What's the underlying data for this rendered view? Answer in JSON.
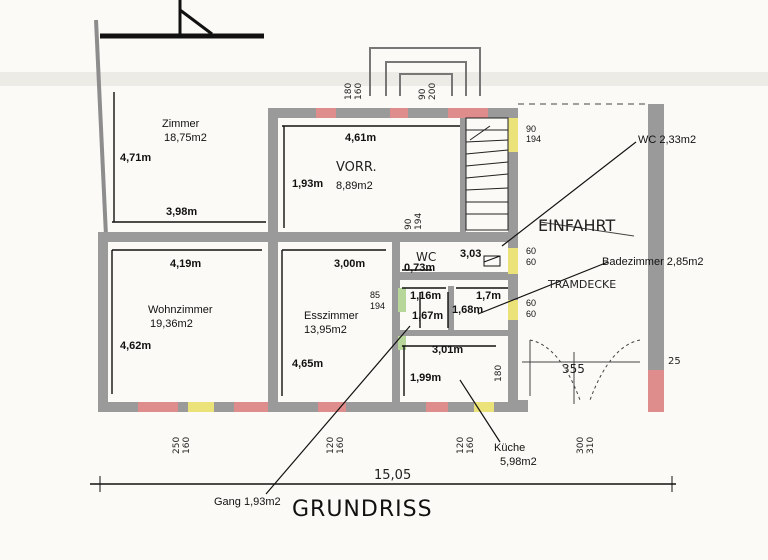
{
  "title": "GRUNDRISS",
  "overall_width": "15,05",
  "rooms": {
    "zimmer": {
      "name": "Zimmer",
      "area": "18,75m2",
      "dim_v": "4,71m",
      "dim_h": "3,98m"
    },
    "vorr": {
      "name": "VORR.",
      "area": "8,89m2",
      "dim_h": "4,61m",
      "dim_v": "1,93m"
    },
    "wc": {
      "callout": "WC 2,33m2",
      "label": "WC",
      "dim_a": "3,03",
      "dim_b": "0,73m"
    },
    "einfahrt": {
      "label": "EINFAHRT",
      "tramdecke": "TRAMDECKE",
      "width": "355",
      "wall": "25"
    },
    "wohnzimmer": {
      "name": "Wohnzimmer",
      "area": "19,36m2",
      "dim_h": "4,19m",
      "dim_v": "4,62m"
    },
    "esszimmer": {
      "name": "Esszimmer",
      "area": "13,95m2",
      "dim_h": "3,00m",
      "dim_v": "4,65m"
    },
    "bad": {
      "callout": "Badezimmer 2,85m2",
      "dim_a": "1,16m",
      "dim_b": "1,67m",
      "dim_c": "1,68m",
      "dim_d": "1,7m"
    },
    "kueche": {
      "name": "Küche",
      "area": "5,98m2",
      "dim_h": "3,01m",
      "dim_v": "1,99m"
    },
    "gang": {
      "callout": "Gang 1,93m2"
    }
  },
  "openings": {
    "top_1": [
      "180",
      "160"
    ],
    "top_2": [
      "90",
      "200"
    ],
    "stair_win": [
      "90",
      "194"
    ],
    "inner_door": [
      "90",
      "194"
    ],
    "wc_side_1": [
      "60",
      "60"
    ],
    "wc_side_2": [
      "60",
      "60"
    ],
    "bad_door": [
      "85",
      "194"
    ],
    "bottom_1": [
      "250",
      "160"
    ],
    "bottom_2": [
      "120",
      "160"
    ],
    "bottom_3": [
      "120",
      "160"
    ],
    "bottom_4": [
      "300",
      "310"
    ],
    "kueche_side": "180"
  },
  "colors": {
    "wall": "#9a9a9a",
    "window_yellow": "#ece27a",
    "window_red": "#de8c8c",
    "window_green": "#b7d69a",
    "line": "#111111"
  }
}
